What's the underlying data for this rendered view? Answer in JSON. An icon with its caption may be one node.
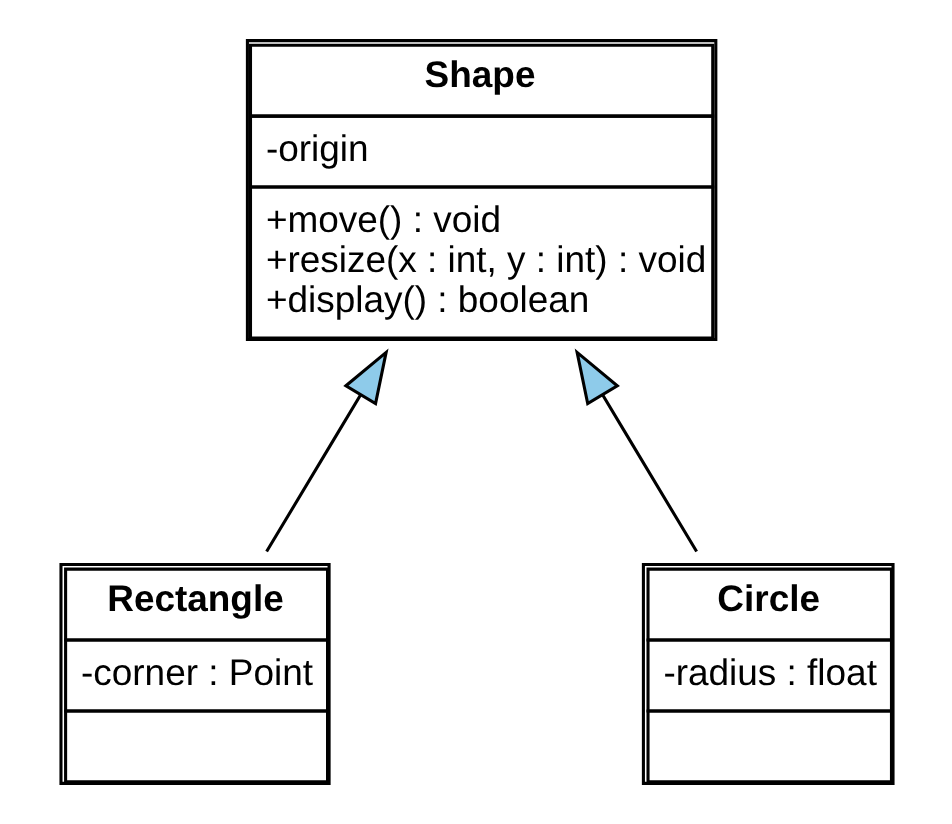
{
  "diagram": {
    "nodes": [
      {
        "text": [
          "Shape",
          "-origin",
          "+move() : void",
          "+resize(x : int, y : int) : void",
          "+display() : boolean"
        ]
      },
      {
        "text": [
          "Rectangle",
          "-corner : Point"
        ]
      },
      {
        "text": [
          "Circle",
          "-radius : float"
        ]
      }
    ],
    "edges": [
      {
        "from": 1,
        "to": 0,
        "arrow": "to"
      },
      {
        "from": 2,
        "to": 0,
        "arrow": "to"
      }
    ]
  }
}
